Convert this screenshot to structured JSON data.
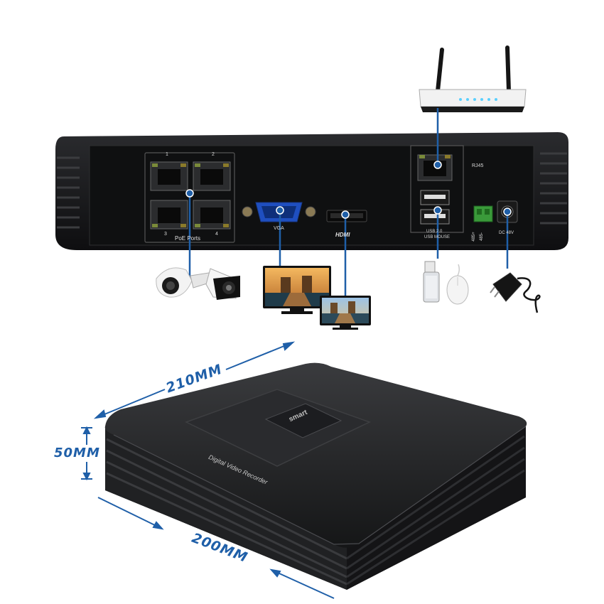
{
  "rear_panel": {
    "port_numbers": [
      "1",
      "2",
      "3",
      "4"
    ],
    "poe_label": "PoE Ports",
    "vga_label": "VGA",
    "hdmi_label": "HDMI",
    "rj45_label": "RJ45",
    "usb_label_1": "USB 2.0",
    "usb_label_2": "USB MOUSE",
    "rs485_label_1": "485+",
    "rs485_label_2": "485-",
    "dc_label": "DC 48V"
  },
  "front_unit": {
    "brand_label": "smart",
    "face_label": "Digital Video Recorder"
  },
  "dimensions": {
    "width": "210MM",
    "height": "50MM",
    "depth": "200MM"
  },
  "colors": {
    "accent": "#1f5fa8",
    "body": "#1b1b1d"
  }
}
